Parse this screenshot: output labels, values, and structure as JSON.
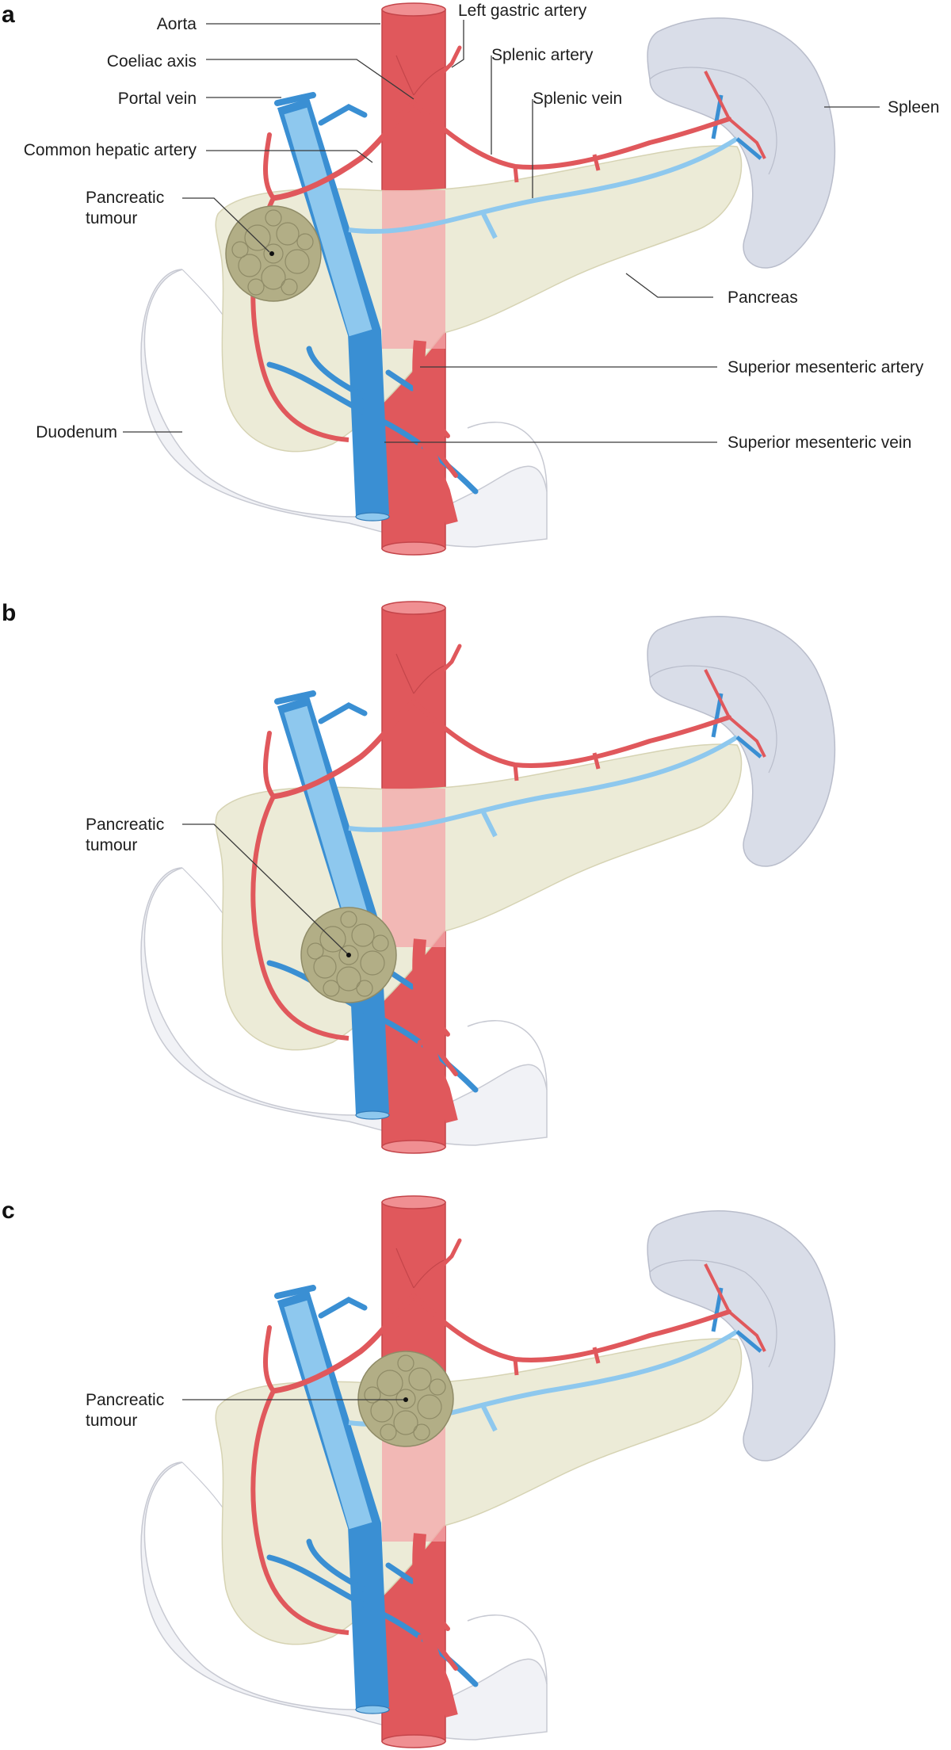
{
  "panels": [
    {
      "letter": "a",
      "labels": {
        "aorta": "Aorta",
        "coeliac_axis": "Coeliac axis",
        "portal_vein": "Portal vein",
        "common_hepatic_artery": "Common hepatic artery",
        "pancreatic_tumour_1": "Pancreatic",
        "pancreatic_tumour_2": "tumour",
        "duodenum": "Duodenum",
        "left_gastric_artery": "Left gastric artery",
        "splenic_artery": "Splenic artery",
        "splenic_vein": "Splenic vein",
        "spleen": "Spleen",
        "pancreas": "Pancreas",
        "superior_mesenteric_artery": "Superior mesenteric artery",
        "superior_mesenteric_vein": "Superior mesenteric vein"
      }
    },
    {
      "letter": "b",
      "labels": {
        "pancreatic_tumour_1": "Pancreatic",
        "pancreatic_tumour_2": "tumour"
      }
    },
    {
      "letter": "c",
      "labels": {
        "pancreatic_tumour_1": "Pancreatic",
        "pancreatic_tumour_2": "tumour"
      }
    }
  ],
  "colors": {
    "artery": "#e0585c",
    "artery_light": "#f08f92",
    "vein": "#3a8fd3",
    "vein_light": "#8ec8ee",
    "pancreas": "#ecebd7",
    "tumour": "#b2ae86",
    "duodenum": "#f1f2f6",
    "spleen": "#d9dde8"
  }
}
